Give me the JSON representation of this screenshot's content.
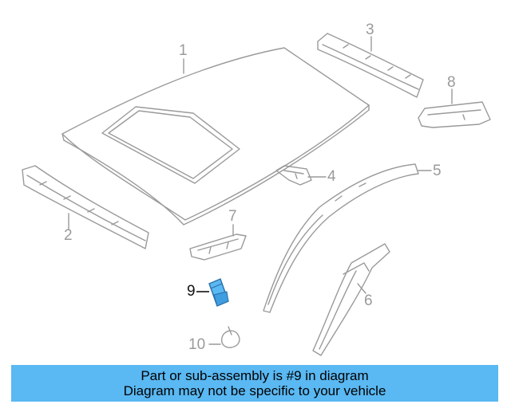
{
  "callouts": {
    "c1": "1",
    "c2": "2",
    "c3": "3",
    "c4": "4",
    "c5": "5",
    "c6": "6",
    "c7": "7",
    "c8": "8",
    "c9": "9",
    "c10": "10"
  },
  "highlighted_part": "9",
  "colors": {
    "outline": "#9a9a9a",
    "highlight": "#5ab8f2",
    "banner": "#5ab8f2",
    "active_label": "#111111"
  },
  "banner": {
    "line1": "Part or sub-assembly is #9 in diagram",
    "line2": "Diagram may not be specific to your vehicle"
  }
}
